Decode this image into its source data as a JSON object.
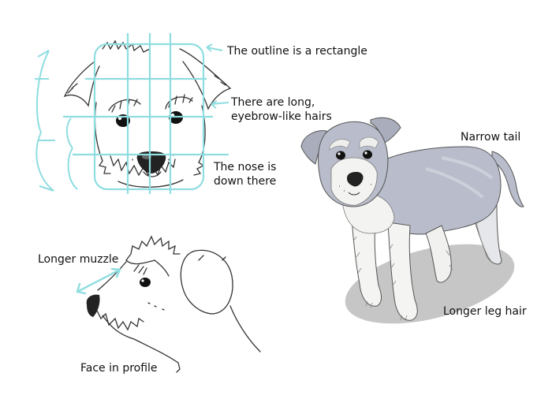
{
  "annotations": {
    "outline": "The outline is a rectangle",
    "eyebrow": "There are long,\neyebrow-like hairs",
    "nose": "The nose is\ndown there",
    "tail": "Narrow tail",
    "muzzle": "Longer muzzle",
    "leg_hair": "Longer leg hair",
    "profile": "Face in profile"
  },
  "colors": {
    "guide": "#8fdde0",
    "line": "#333333",
    "fur": "#b9bccb",
    "fur_light": "#f3f3f1",
    "shadow": "#c6c6c6",
    "nose": "#222222"
  }
}
